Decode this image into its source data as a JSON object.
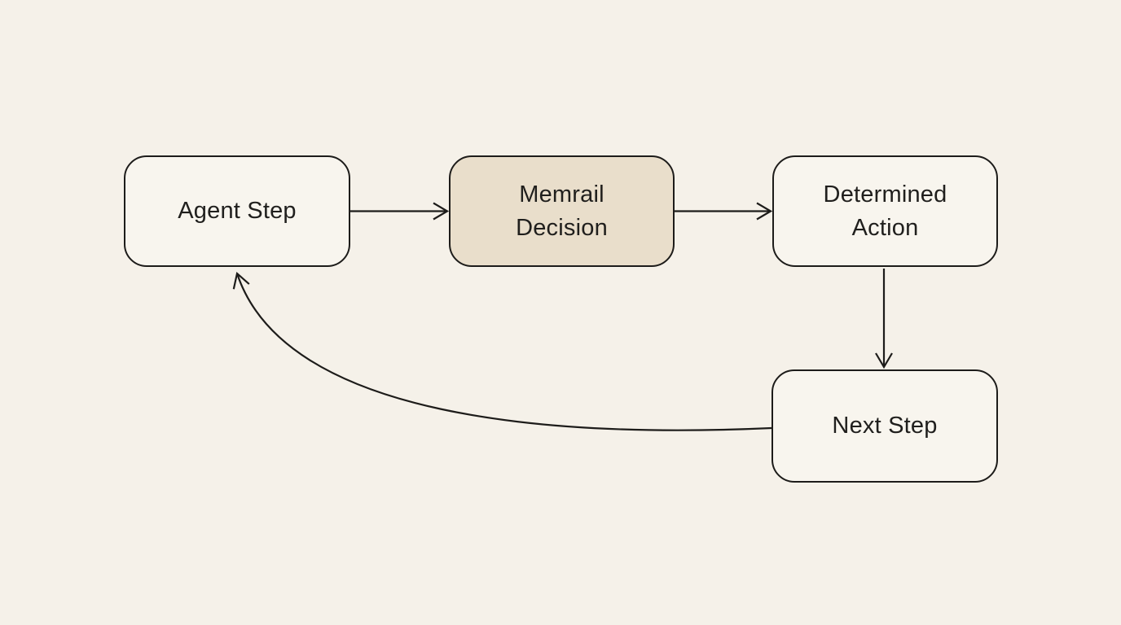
{
  "canvas": {
    "background": "#f5f1e9"
  },
  "diagram": {
    "type": "flowchart",
    "stroke_color": "#1d1c1a",
    "text_color": "#201f1d",
    "nodes": [
      {
        "id": "agent-step",
        "label": "Agent Step",
        "fill": "#f8f5ee",
        "highlighted": false
      },
      {
        "id": "memrail-decision",
        "label": "Memrail Decision",
        "fill": "#e9decb",
        "highlighted": true
      },
      {
        "id": "determined-action",
        "label": "Determined Action",
        "fill": "#f8f5ee",
        "highlighted": false
      },
      {
        "id": "next-step",
        "label": "Next Step",
        "fill": "#f8f5ee",
        "highlighted": false
      }
    ],
    "edges": [
      {
        "from": "agent-step",
        "to": "memrail-decision",
        "style": "straight"
      },
      {
        "from": "memrail-decision",
        "to": "determined-action",
        "style": "straight"
      },
      {
        "from": "determined-action",
        "to": "next-step",
        "style": "straight"
      },
      {
        "from": "next-step",
        "to": "agent-step",
        "style": "curved"
      }
    ]
  }
}
